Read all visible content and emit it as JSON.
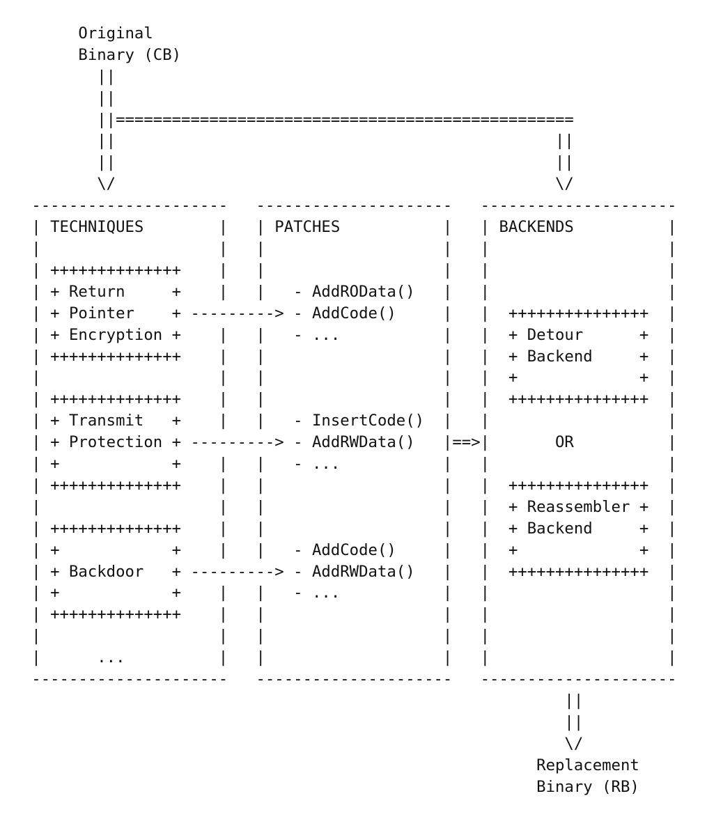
{
  "colors": {
    "background": "#ffffff",
    "ink": "#111111"
  },
  "flow": {
    "source_label": "Original Binary (CB)",
    "sink_label": "Replacement Binary (RB)",
    "merge_connector": "==>",
    "backend_choice_connector": "OR"
  },
  "columns": {
    "techniques": {
      "title": "TECHNIQUES",
      "items": [
        "Return Pointer Encryption",
        "Transmit Protection",
        "Backdoor",
        "..."
      ]
    },
    "patches": {
      "title": "PATCHES",
      "patch_groups": [
        [
          "- AddROData()",
          "- AddCode()",
          "- ..."
        ],
        [
          "- InsertCode()",
          "- AddRWData()",
          "- ..."
        ],
        [
          "- AddCode()",
          "- AddRWData()",
          "- ..."
        ]
      ]
    },
    "backends": {
      "title": "BACKENDS",
      "items": [
        "Detour Backend",
        "Reassembler Backend"
      ],
      "choice_label": "OR"
    }
  },
  "diagram": {
    "ascii_lines": [
      "",
      "        Original",
      "        Binary (CB)",
      "          ||",
      "          ||",
      "          ||=================================================",
      "          ||                                               ||",
      "          ||                                               ||",
      "          \\/                                               \\/",
      "   ---------------------   ---------------------   ---------------------",
      "   | TECHNIQUES        |   | PATCHES           |   | BACKENDS          |",
      "   |                   |   |                   |   |                   |",
      "   | ++++++++++++++    |   |                   |   |                   |",
      "   | + Return     +    |   |   - AddROData()   |   |                   |",
      "   | + Pointer    + ---------> - AddCode()     |   |  +++++++++++++++  |",
      "   | + Encryption +    |   |   - ...           |   |  + Detour      +  |",
      "   | ++++++++++++++    |   |                   |   |  + Backend     +  |",
      "   |                   |   |                   |   |  +             +  |",
      "   | ++++++++++++++    |   |                   |   |  +++++++++++++++  |",
      "   | + Transmit   +    |   |   - InsertCode()  |   |                   |",
      "   | + Protection + ---------> - AddRWData()   |==>|       OR          |",
      "   | +            +    |   |   - ...           |   |                   |",
      "   | ++++++++++++++    |   |                   |   |  +++++++++++++++  |",
      "   |                   |   |                   |   |  + Reassembler +  |",
      "   | ++++++++++++++    |   |                   |   |  + Backend     +  |",
      "   | +            +    |   |   - AddCode()     |   |  +             +  |",
      "   | + Backdoor   + ---------> - AddRWData()   |   |  +++++++++++++++  |",
      "   | +            +    |   |   - ...           |   |                   |",
      "   | ++++++++++++++    |   |                   |   |                   |",
      "   |                   |   |                   |   |                   |",
      "   |      ...          |   |                   |   |                   |",
      "   ---------------------   ---------------------   ---------------------",
      "                                                            ||",
      "                                                            ||",
      "                                                            \\/",
      "                                                         Replacement",
      "                                                         Binary (RB)"
    ]
  }
}
